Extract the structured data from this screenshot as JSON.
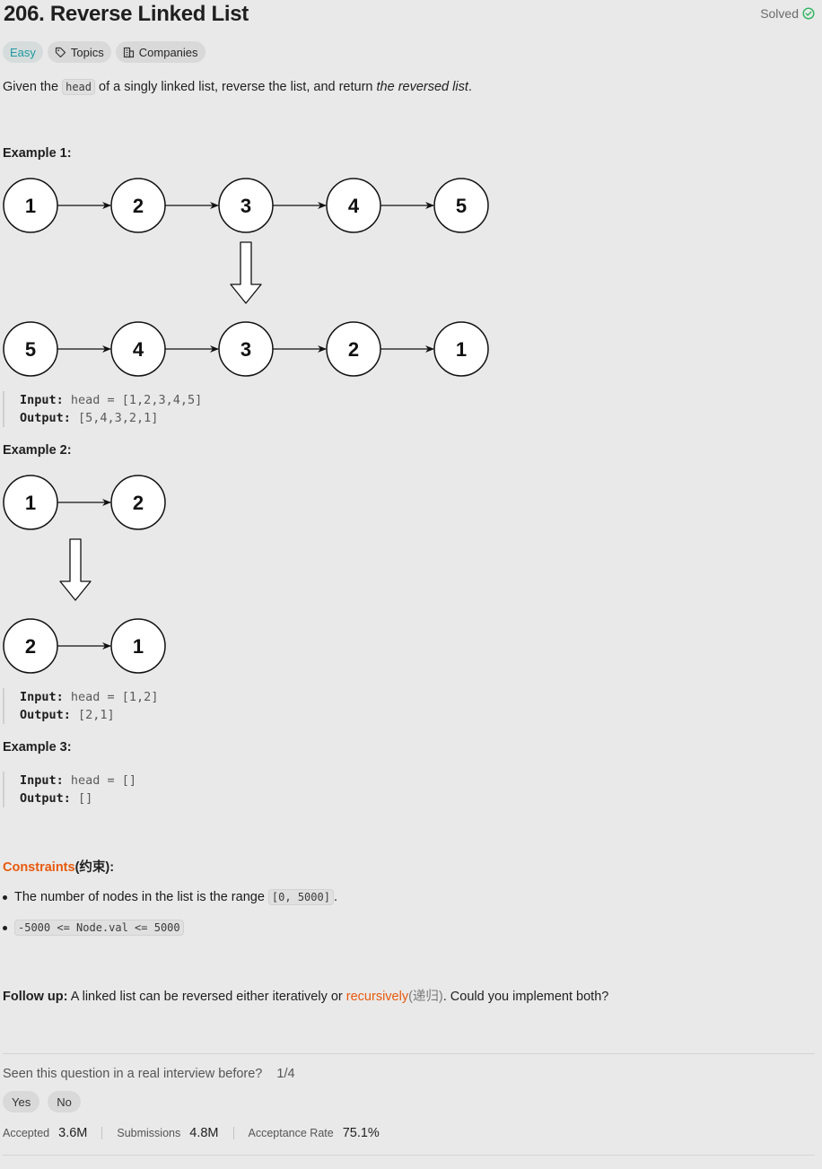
{
  "header": {
    "title": "206. Reverse Linked List",
    "status": "Solved"
  },
  "tags": {
    "difficulty": "Easy",
    "topics": "Topics",
    "companies": "Companies"
  },
  "description": {
    "prefix": "Given the ",
    "code": "head",
    "middle": " of a singly linked list, reverse the list, and return ",
    "emphasis": "the reversed list",
    "suffix": "."
  },
  "examples": [
    {
      "heading": "Example 1:",
      "input_label": "Input:",
      "input_value": " head = [1,2,3,4,5]",
      "output_label": "Output:",
      "output_value": " [5,4,3,2,1]",
      "diagram": {
        "before": [
          "1",
          "2",
          "3",
          "4",
          "5"
        ],
        "after": [
          "5",
          "4",
          "3",
          "2",
          "1"
        ]
      }
    },
    {
      "heading": "Example 2:",
      "input_label": "Input:",
      "input_value": " head = [1,2]",
      "output_label": "Output:",
      "output_value": " [2,1]",
      "diagram": {
        "before": [
          "1",
          "2"
        ],
        "after": [
          "2",
          "1"
        ]
      }
    },
    {
      "heading": "Example 3:",
      "input_label": "Input:",
      "input_value": " head = []",
      "output_label": "Output:",
      "output_value": " []"
    }
  ],
  "constraints": {
    "heading": "Constraints",
    "heading_cn": "(约束):",
    "item1_text": "The number of nodes in the list is the range ",
    "item1_code": "[0, 5000]",
    "item1_suffix": ".",
    "item2_code": "-5000 <= Node.val <= 5000"
  },
  "followup": {
    "label": "Follow up:",
    "text1": " A linked list can be reversed either iteratively or ",
    "link": "recursively",
    "cn": "(递归)",
    "text2": ". Could you implement both?"
  },
  "interview": {
    "question": "Seen this question in a real interview before?",
    "count": "1/4",
    "yes": "Yes",
    "no": "No"
  },
  "stats": {
    "accepted_label": "Accepted",
    "accepted_value": "3.6M",
    "submissions_label": "Submissions",
    "submissions_value": "4.8M",
    "rate_label": "Acceptance Rate",
    "rate_value": "75.1%"
  },
  "colors": {
    "easy": "#1a9aa0",
    "orange": "#e8590c",
    "solved_check": "#2db55d"
  }
}
